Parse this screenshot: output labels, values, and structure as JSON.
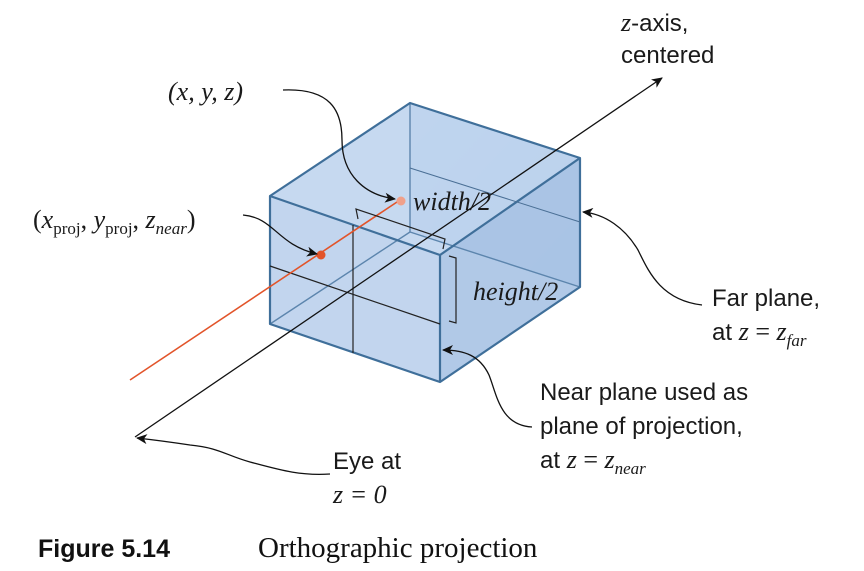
{
  "labels": {
    "z_axis_line1_var": "z",
    "z_axis_line1_rest": "-axis,",
    "z_axis_line2": "centered",
    "point_xyz": "(x, y, z)",
    "proj_open": "(",
    "proj_x": "x",
    "proj_sub1": "proj",
    "proj_comma1": ", ",
    "proj_y": "y",
    "proj_sub2": "proj",
    "proj_comma2": ", ",
    "proj_z": "z",
    "proj_sub3": "near",
    "proj_close": ")",
    "width_half": "width/2",
    "height_half": "height/2",
    "far_line1": "Far plane,",
    "far_line2_prefix": "at ",
    "far_line2_z": "z",
    "far_line2_eq": " = ",
    "far_line2_z2": "z",
    "far_line2_sub": "far",
    "near_line1": "Near plane used as",
    "near_line2": "plane of projection,",
    "near_line3_prefix": "at ",
    "near_line3_z": "z",
    "near_line3_eq": " = ",
    "near_line3_z2": "z",
    "near_line3_sub": "near",
    "eye_line1": "Eye at",
    "eye_line2": "z = 0"
  },
  "caption": {
    "number": "Figure 5.14",
    "title": "Orthographic projection"
  },
  "colors": {
    "box_fill": "#a9c4e6",
    "box_edge": "#3f6f9a",
    "ray": "#e2542a",
    "point": "#e2542a",
    "point_far": "#f0a08a",
    "axis": "#111111"
  }
}
